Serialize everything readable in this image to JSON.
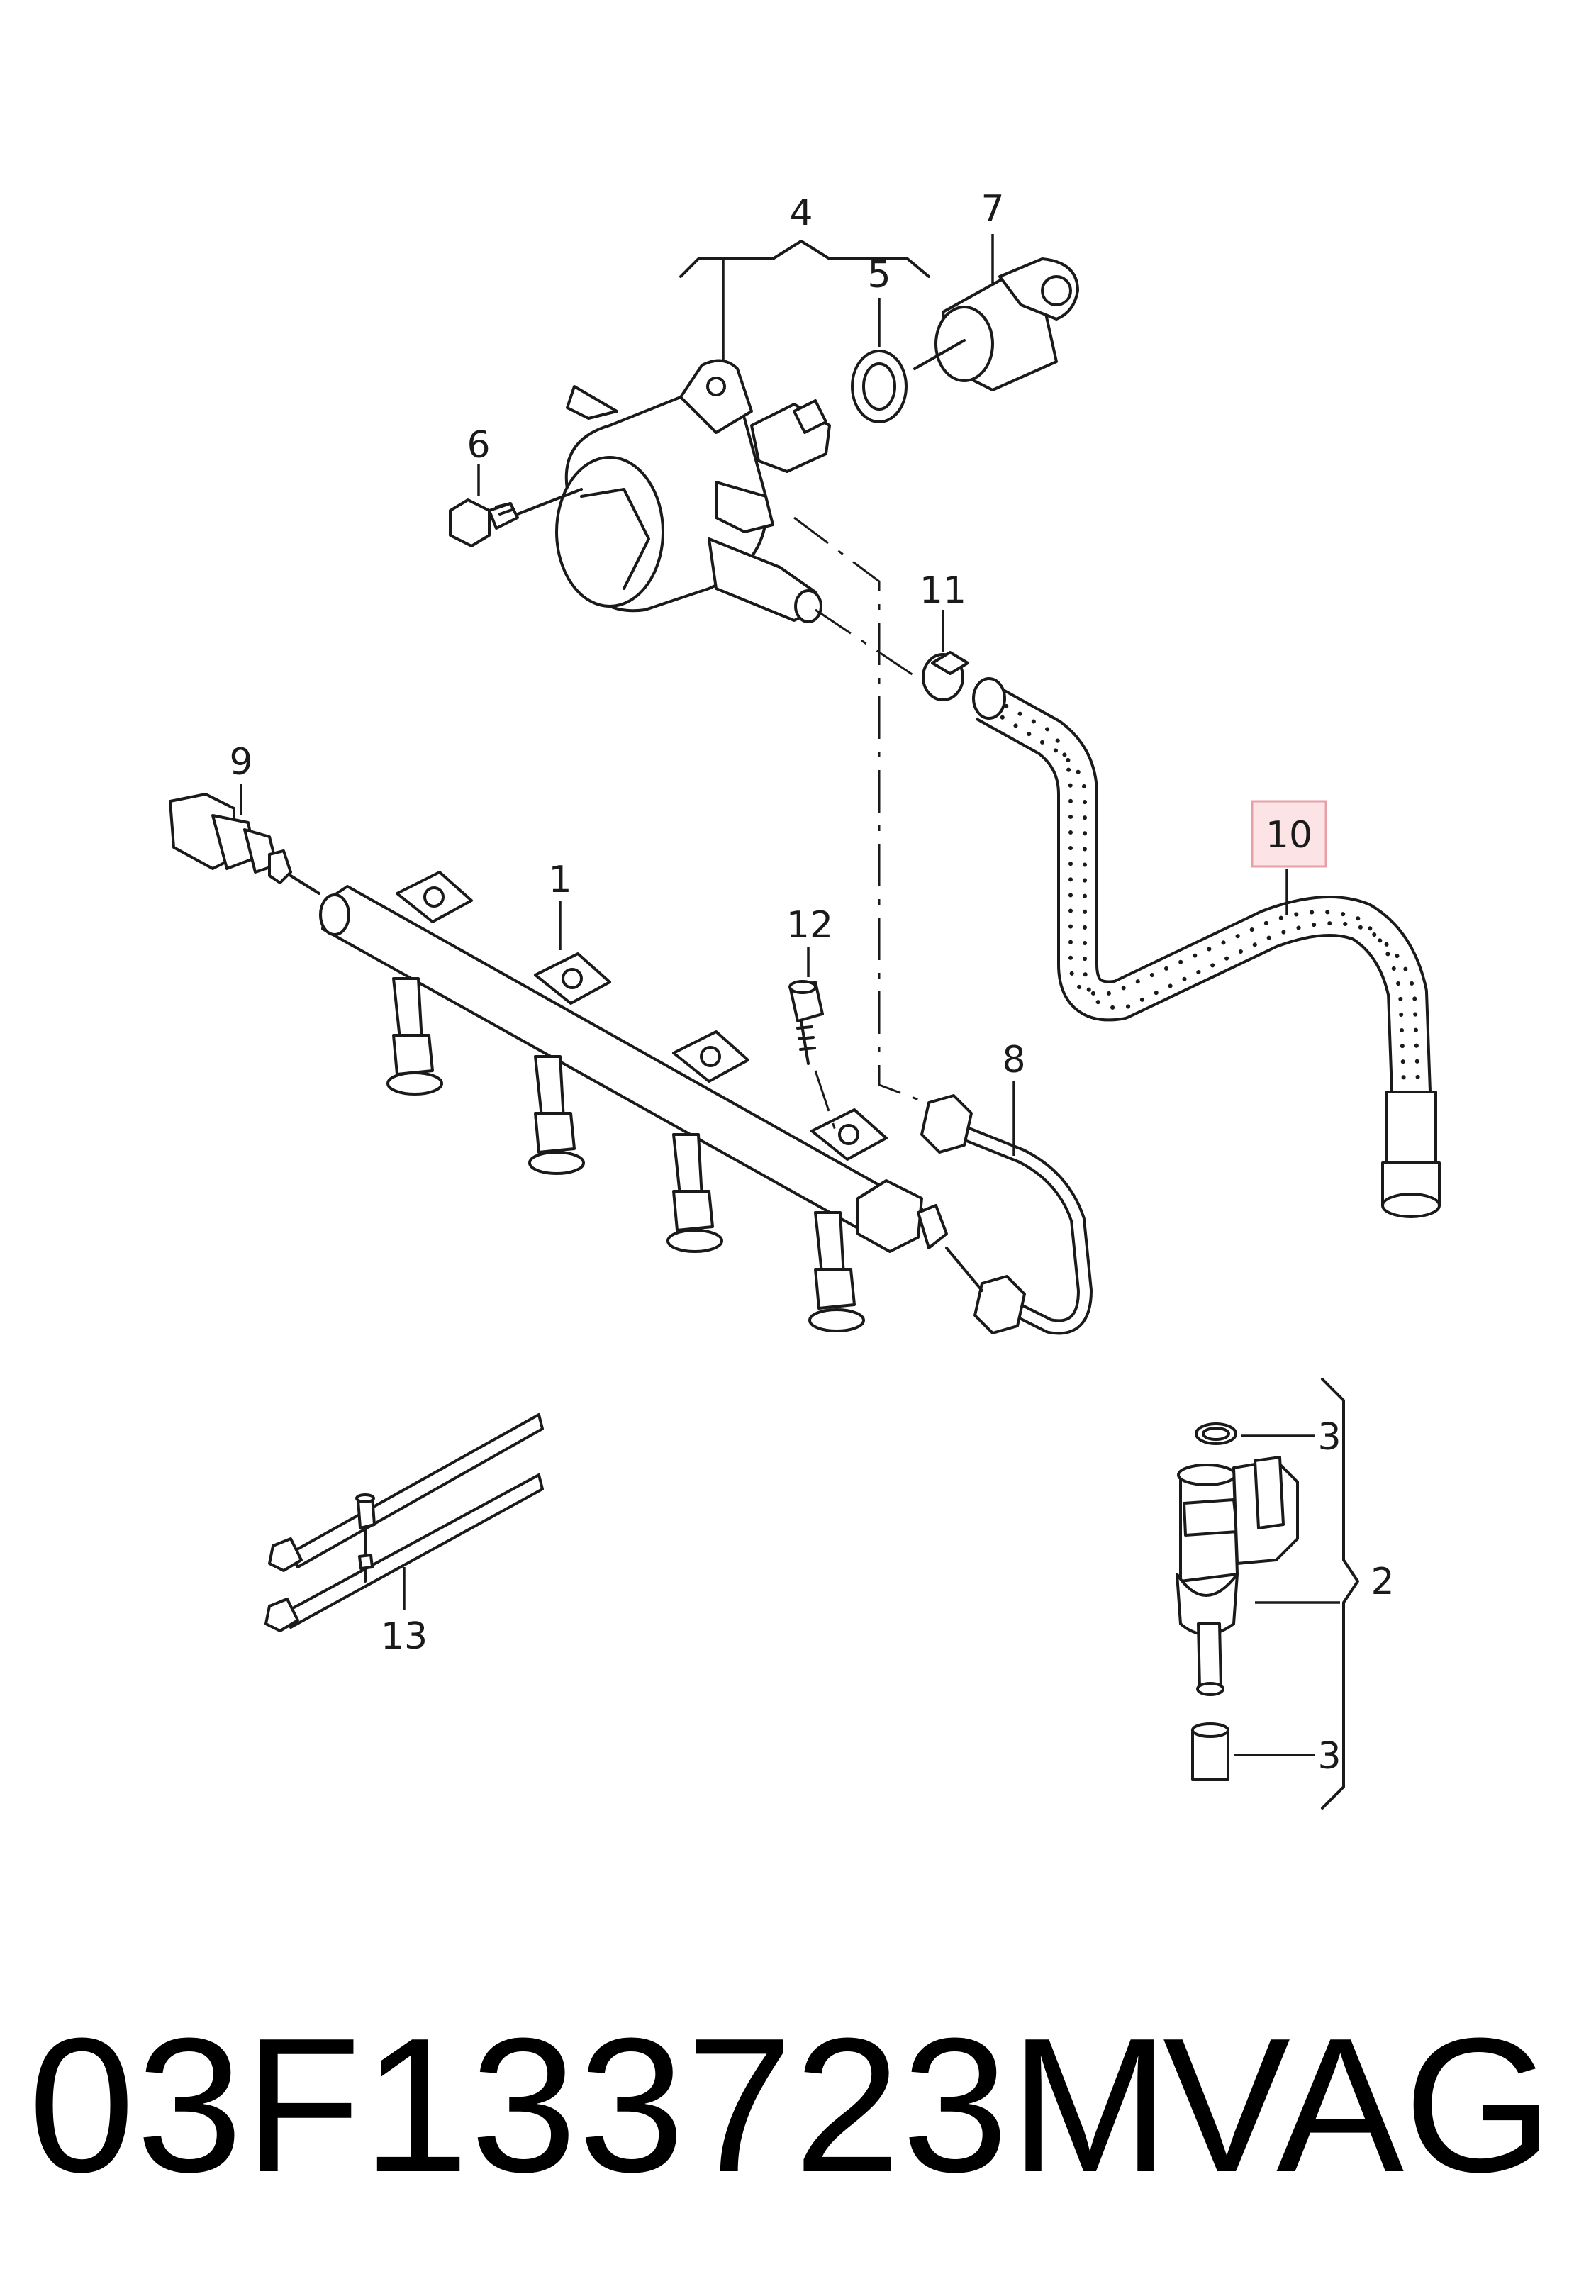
{
  "callouts": {
    "c1": "1",
    "c2": "2",
    "c3a": "3",
    "c3b": "3",
    "c4": "4",
    "c5": "5",
    "c6": "6",
    "c7": "7",
    "c8": "8",
    "c9": "9",
    "c10": "10",
    "c11": "11",
    "c12": "12",
    "c13": "13"
  },
  "highlight_color": "#e8a0a8",
  "highlight_fill": "#fbe3e6",
  "footer": {
    "part_number": "03F133723M",
    "brand": "VAG"
  }
}
